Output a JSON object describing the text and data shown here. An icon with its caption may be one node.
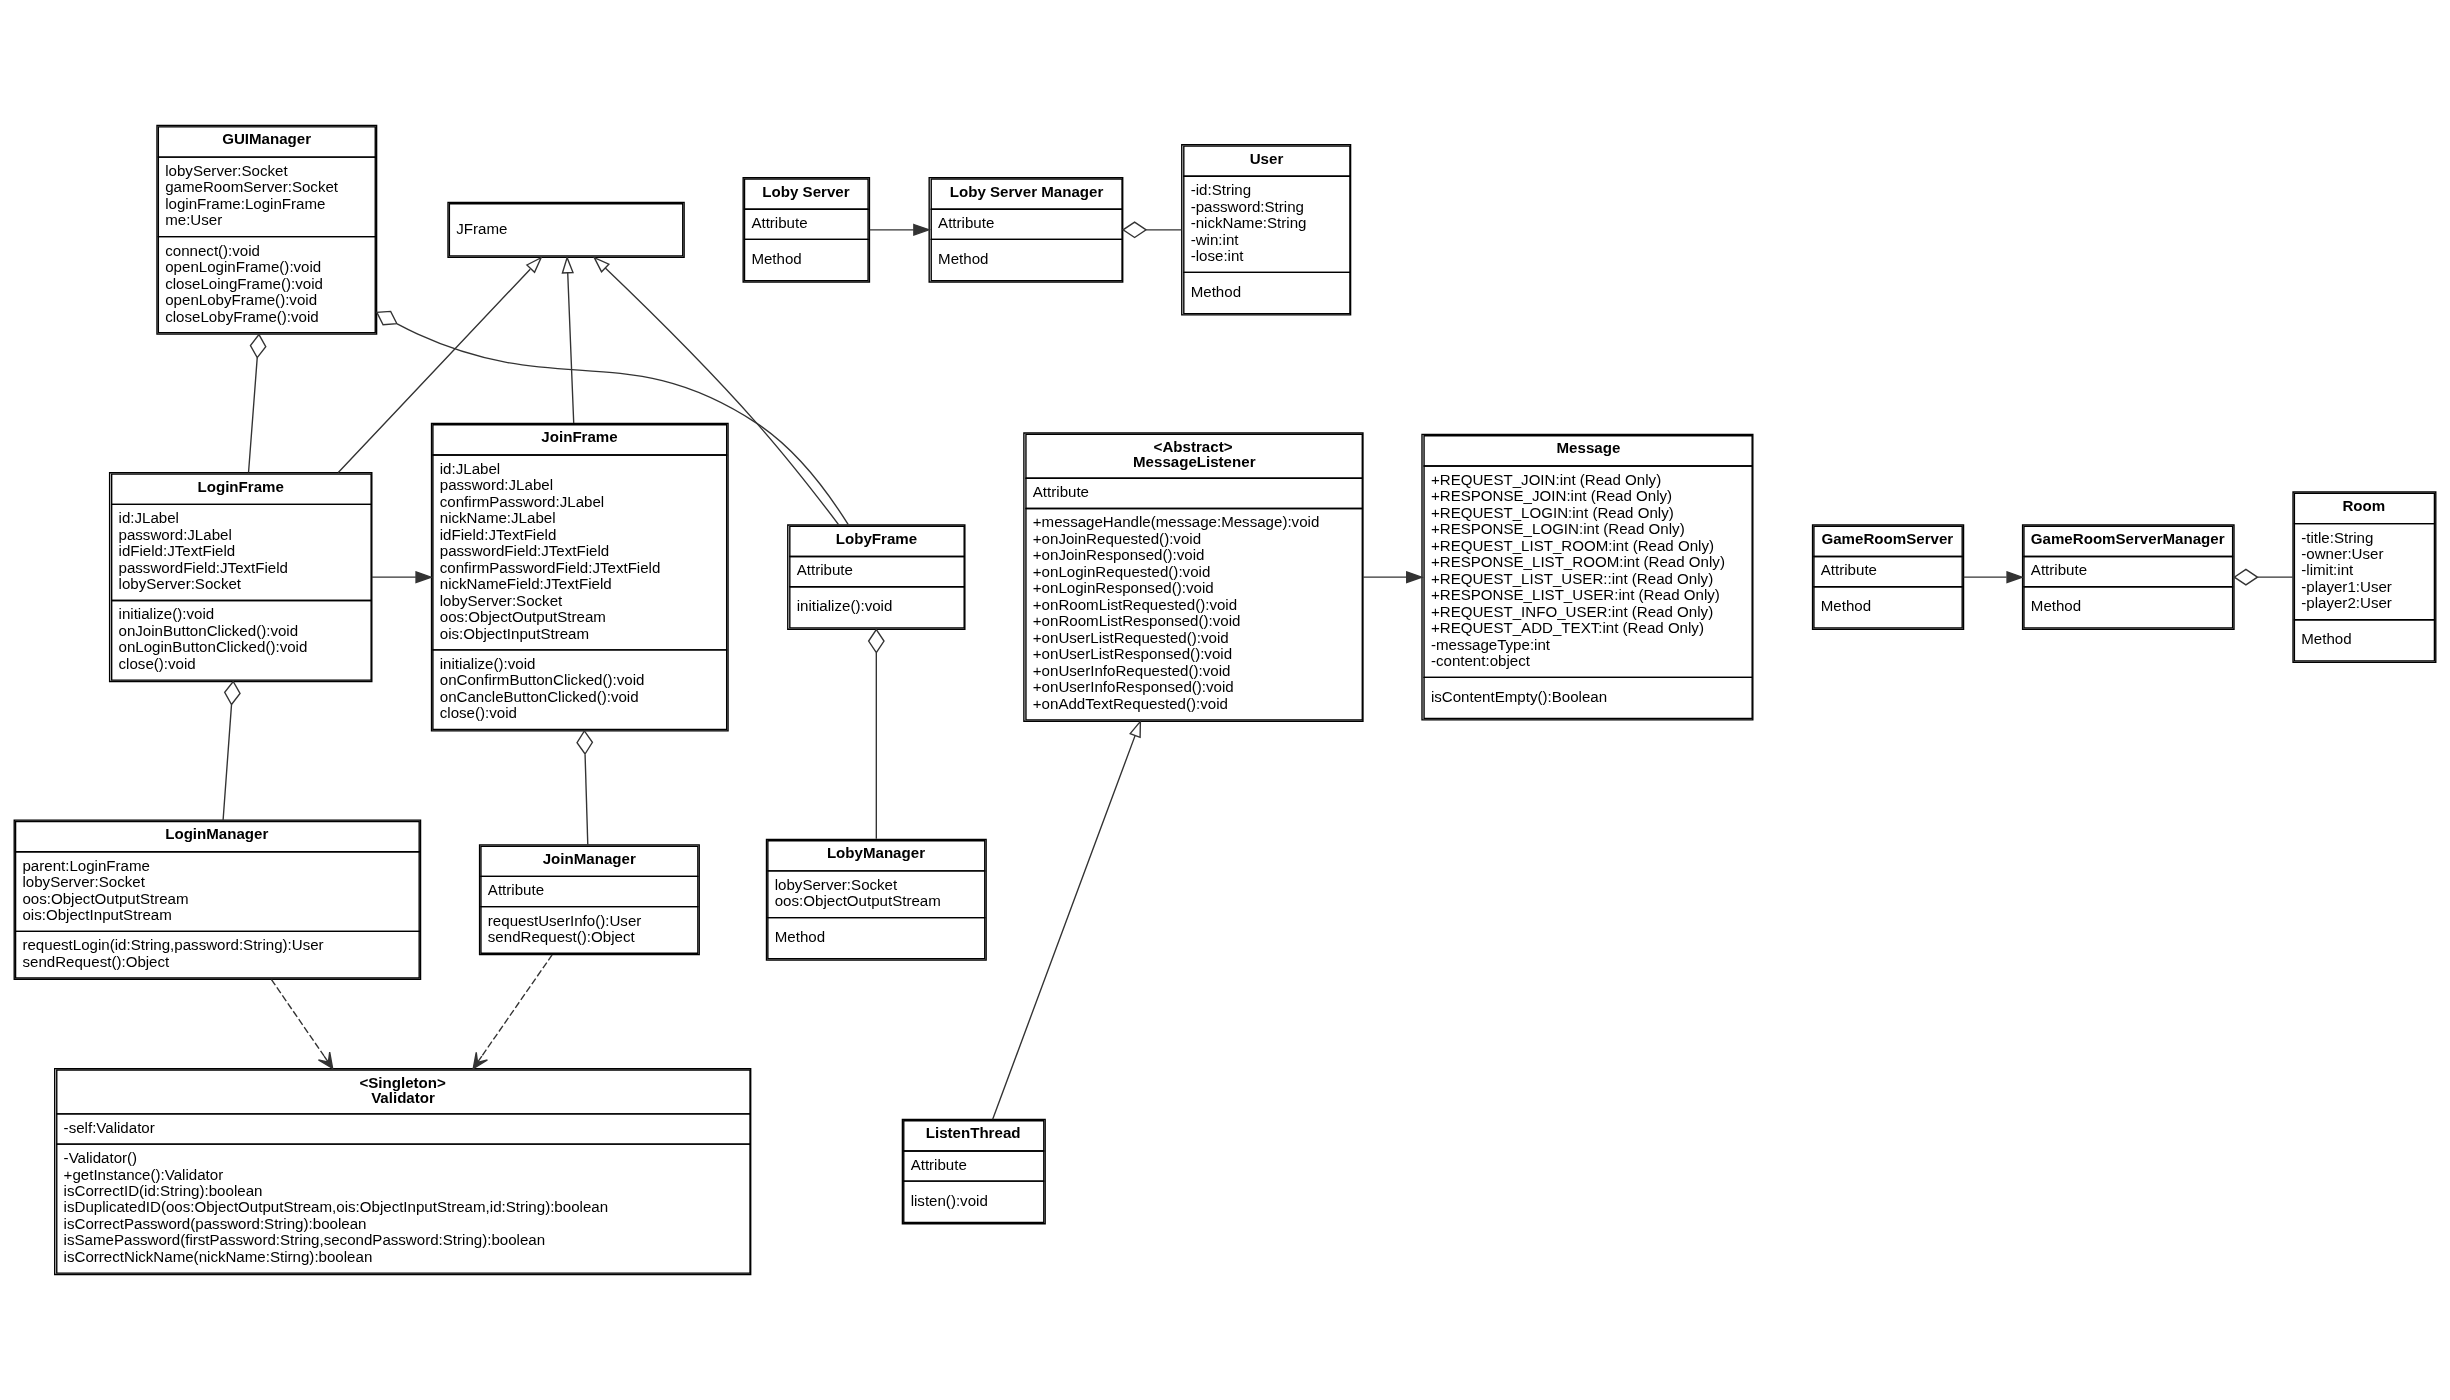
{
  "diagram": {
    "nodes": [
      {
        "text": [
          "GUIManager",
          "lobyServer:Socket",
          "gameRoomServer:Socket",
          "loginFrame:LoginFrame",
          "me:User",
          "connect():void",
          "openLoginFrame():void",
          "closeLoingFrame():void",
          "openLobyFrame():void",
          "closeLobyFrame():void"
        ]
      },
      {
        "text": [
          "JFrame"
        ]
      },
      {
        "text": [
          "LoginFrame",
          "id:JLabel",
          "password:JLabel",
          "idField:JTextField",
          "passwordField:JTextField",
          "lobyServer:Socket",
          "initialize():void",
          "onJoinButtonClicked():void",
          "onLoginButtonClicked():void",
          "close():void"
        ]
      },
      {
        "text": [
          "JoinFrame",
          "id:JLabel",
          "password:JLabel",
          "confirmPassword:JLabel",
          "nickName:JLabel",
          "idField:JTextField",
          "passwordField:JTextField",
          "confirmPasswordField:JTextField",
          "nickNameField:JTextField",
          "lobyServer:Socket",
          "oos:ObjectOutputStream",
          "ois:ObjectInputStream",
          "initialize():void",
          "onConfirmButtonClicked():void",
          "onCancleButtonClicked():void",
          "close():void"
        ]
      },
      {
        "text": [
          "LobyFrame",
          "Attribute",
          "initialize():void"
        ]
      },
      {
        "text": [
          "<Abstract>",
          "MessageListener",
          "Attribute",
          "+messageHandle(message:Message):void",
          "+onJoinRequested():void",
          "+onJoinResponsed():void",
          "+onLoginRequested():void",
          "+onLoginResponsed():void",
          "+onRoomListRequested():void",
          "+onRoomListResponsed():void",
          "+onUserListRequested():void",
          "+onUserListResponsed():void",
          "+onUserInfoRequested():void",
          "+onUserInfoResponsed():void",
          "+onAddTextRequested():void"
        ]
      },
      {
        "text": [
          "Message",
          "+REQUEST_JOIN:int (Read Only)",
          "+RESPONSE_JOIN:int (Read Only)",
          "+REQUEST_LOGIN:int (Read Only)",
          "+RESPONSE_LOGIN:int (Read Only)",
          "+REQUEST_LIST_ROOM:int (Read Only)",
          "+RESPONSE_LIST_ROOM:int (Read Only)",
          "+REQUEST_LIST_USER::int (Read Only)",
          "+RESPONSE_LIST_USER:int (Read Only)",
          "+REQUEST_INFO_USER:int (Read Only)",
          "+REQUEST_ADD_TEXT:int (Read Only)",
          "-messageType:int",
          "-content:object",
          "isContentEmpty():Boolean"
        ]
      },
      {
        "text": [
          "LoginManager",
          "parent:LoginFrame",
          "lobyServer:Socket",
          "oos:ObjectOutputStream",
          "ois:ObjectInputStream",
          "requestLogin(id:String,password:String):User",
          "sendRequest():Object"
        ]
      },
      {
        "text": [
          "JoinManager",
          "Attribute",
          "requestUserInfo():User",
          "sendRequest():Object"
        ]
      },
      {
        "text": [
          "LobyManager",
          "lobyServer:Socket",
          "oos:ObjectOutputStream",
          "Method"
        ]
      },
      {
        "text": [
          "<Singleton>",
          "Validator",
          "-self:Validator",
          "-Validator()",
          "+getInstance():Validator",
          "isCorrectID(id:String):boolean",
          "isDuplicatedID(oos:ObjectOutputStream,ois:ObjectInputStream,id:String):boolean",
          "isCorrectPassword(password:String):boolean",
          "isSamePassword(firstPassword:String,secondPassword:String):boolean",
          "isCorrectNickName(nickName:Stirng):boolean"
        ]
      },
      {
        "text": [
          "ListenThread",
          "Attribute",
          "listen():void"
        ]
      },
      {
        "text": [
          "Loby Server",
          "Attribute",
          "Method"
        ]
      },
      {
        "text": [
          "Loby Server Manager",
          "Attribute",
          "Method"
        ]
      },
      {
        "text": [
          "User",
          "-id:String",
          "-password:String",
          "-nickName:String",
          "-win:int",
          "-lose:int",
          "Method"
        ]
      },
      {
        "text": [
          "GameRoomServer",
          "Attribute",
          "Method"
        ]
      },
      {
        "text": [
          "GameRoomServerManager",
          "Attribute",
          "Method"
        ]
      },
      {
        "text": [
          "Room",
          "-title:String",
          "-owner:User",
          "-limit:int",
          "-player1:User",
          "-player2:User",
          "Method"
        ]
      }
    ],
    "edges": [
      {
        "from": 0,
        "to": 2,
        "arrow": "other"
      },
      {
        "from": 0,
        "to": 4,
        "arrow": "other"
      },
      {
        "from": 2,
        "to": 1,
        "arrow": "to"
      },
      {
        "from": 3,
        "to": 1,
        "arrow": "to"
      },
      {
        "from": 4,
        "to": 1,
        "arrow": "to"
      },
      {
        "from": 2,
        "to": 3,
        "arrow": "to"
      },
      {
        "from": 2,
        "to": 7,
        "arrow": "other"
      },
      {
        "from": 3,
        "to": 8,
        "arrow": "other"
      },
      {
        "from": 4,
        "to": 9,
        "arrow": "other"
      },
      {
        "from": 7,
        "to": 10,
        "arrow": "to",
        "style": "dashed"
      },
      {
        "from": 8,
        "to": 10,
        "arrow": "to",
        "style": "dashed"
      },
      {
        "from": 11,
        "to": 5,
        "arrow": "to"
      },
      {
        "from": 5,
        "to": 6,
        "arrow": "to"
      },
      {
        "from": 12,
        "to": 13,
        "arrow": "to"
      },
      {
        "from": 13,
        "to": 14,
        "arrow": "other"
      },
      {
        "from": 15,
        "to": 16,
        "arrow": "to"
      },
      {
        "from": 16,
        "to": 17,
        "arrow": "other"
      }
    ]
  }
}
